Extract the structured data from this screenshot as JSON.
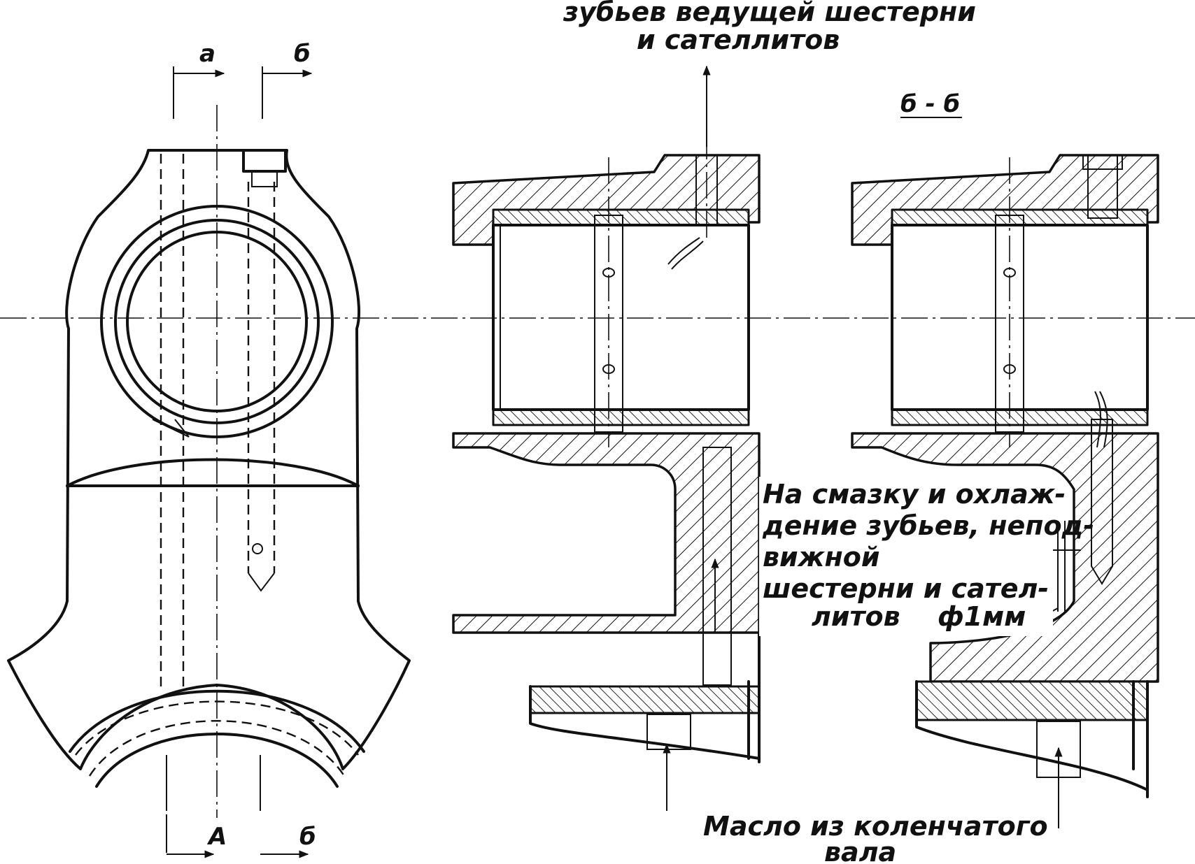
{
  "labels": {
    "section_a": "а",
    "section_b_top": "б",
    "section_A": "А",
    "section_b_bottom": "б",
    "section_bb_title": "б - б",
    "top_note_line1": "зубьев ведущей шестерни",
    "top_note_line2": "и сателлитов",
    "side_note_line1": "На смазку и охлаж-",
    "side_note_line2": "дение зубьев, непод-",
    "side_note_line3": "вижной",
    "side_note_line4": "шестерни и сател-",
    "side_note_line5": "литов",
    "hole_dim": "ф1мм",
    "bottom_note_line1": "Масло из коленчатого",
    "bottom_note_line2": "вала"
  }
}
